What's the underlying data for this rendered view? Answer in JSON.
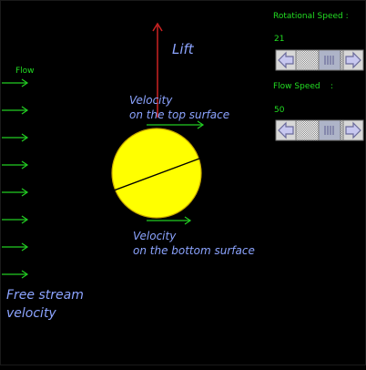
{
  "labels": {
    "flow": "Flow",
    "lift": "Lift",
    "velocity_top_line1": "Velocity",
    "velocity_top_line2": "on the top surface",
    "velocity_bottom_line1": "Velocity",
    "velocity_bottom_line2": "on the bottom surface",
    "free_stream_line1": "Free stream",
    "free_stream_line2": "velocity"
  },
  "controls": {
    "rotational_speed": {
      "label": "Rotational Speed :",
      "value": "21"
    },
    "flow_speed": {
      "label": "Flow Speed    :",
      "value": "50"
    }
  },
  "colors": {
    "background": "#000000",
    "flow_arrow": "#22cc22",
    "lift_arrow": "#cc2222",
    "ball_fill": "#ffff00",
    "ball_stroke": "#c8a800",
    "ball_line": "#000000",
    "text_blue": "#8ca4ff",
    "text_green": "#22dd22",
    "button_face": "#d8d8d8",
    "button_dark": "#6a6a9a",
    "button_shadow": "#7a7a7a",
    "thumb_face": "#aeb4c8",
    "track_dots": "#9a9a9a"
  },
  "icons": {
    "left_arrow": "arrow-left-icon",
    "right_arrow": "arrow-right-icon",
    "thumb": "slider-thumb-icon"
  }
}
